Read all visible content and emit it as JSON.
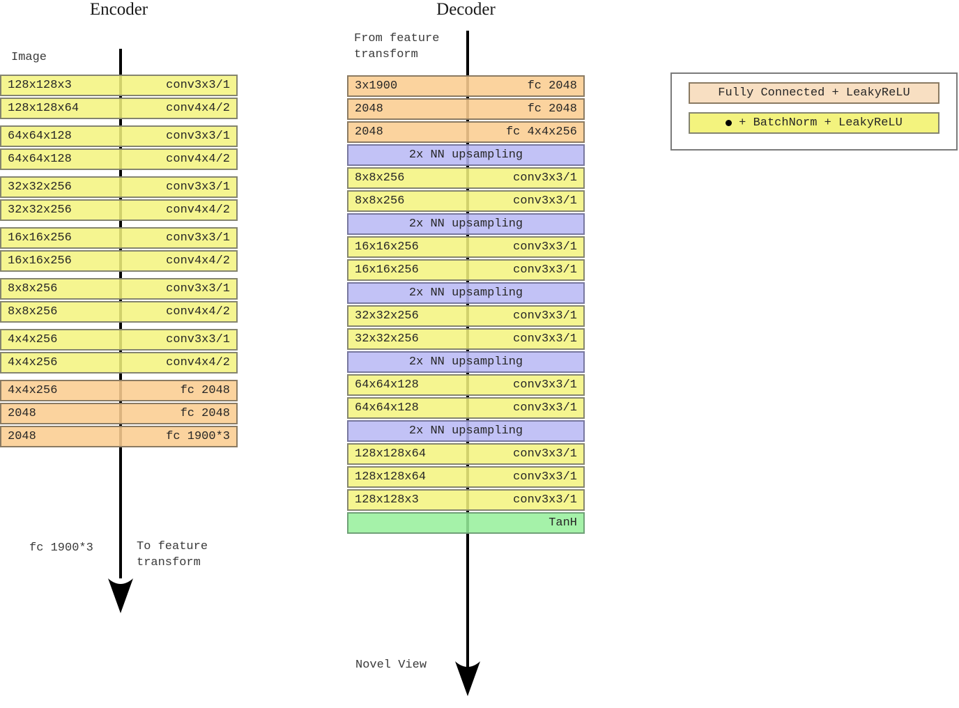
{
  "diagram": {
    "encoder_title": "Encoder",
    "decoder_title": "Decoder"
  },
  "annotations": {
    "image_input": "Image",
    "encoder_output_dim": "fc 1900*3",
    "to_feature_transform": "To feature\ntransform",
    "from_feature_transform": "From feature\ntransform",
    "novel_view": "Novel View"
  },
  "encoder": {
    "layers": [
      {
        "shape": "128x128x3",
        "op": "conv3x3/1",
        "kind": "conv",
        "gap": "wide"
      },
      {
        "shape": "128x128x64",
        "op": "conv4x4/2",
        "kind": "conv",
        "gap": "tight"
      },
      {
        "shape": "64x64x128",
        "op": "conv3x3/1",
        "kind": "conv",
        "gap": "wide"
      },
      {
        "shape": "64x64x128",
        "op": "conv4x4/2",
        "kind": "conv",
        "gap": "tight"
      },
      {
        "shape": "32x32x256",
        "op": "conv3x3/1",
        "kind": "conv",
        "gap": "wide"
      },
      {
        "shape": "32x32x256",
        "op": "conv4x4/2",
        "kind": "conv",
        "gap": "tight"
      },
      {
        "shape": "16x16x256",
        "op": "conv3x3/1",
        "kind": "conv",
        "gap": "wide"
      },
      {
        "shape": "16x16x256",
        "op": "conv4x4/2",
        "kind": "conv",
        "gap": "tight"
      },
      {
        "shape": "8x8x256",
        "op": "conv3x3/1",
        "kind": "conv",
        "gap": "wide"
      },
      {
        "shape": "8x8x256",
        "op": "conv4x4/2",
        "kind": "conv",
        "gap": "tight"
      },
      {
        "shape": "4x4x256",
        "op": "conv3x3/1",
        "kind": "conv",
        "gap": "wide"
      },
      {
        "shape": "4x4x256",
        "op": "conv4x4/2",
        "kind": "conv",
        "gap": "tight"
      },
      {
        "shape": "4x4x256",
        "op": "fc 2048",
        "kind": "fc",
        "gap": "wide"
      },
      {
        "shape": "2048",
        "op": "fc 2048",
        "kind": "fc",
        "gap": "tight"
      },
      {
        "shape": "2048",
        "op": "fc 1900*3",
        "kind": "fc",
        "gap": "tight"
      }
    ]
  },
  "decoder": {
    "layers": [
      {
        "shape": "3x1900",
        "op": "fc 2048",
        "kind": "fc",
        "gap": "wide"
      },
      {
        "shape": "2048",
        "op": "fc 2048",
        "kind": "fc",
        "gap": "tight"
      },
      {
        "shape": "2048",
        "op": "fc 4x4x256",
        "kind": "fc",
        "gap": "tight"
      },
      {
        "center": "2x NN upsampling",
        "kind": "up",
        "gap": "tight"
      },
      {
        "shape": "8x8x256",
        "op": "conv3x3/1",
        "kind": "conv",
        "gap": "tight"
      },
      {
        "shape": "8x8x256",
        "op": "conv3x3/1",
        "kind": "conv",
        "gap": "tight"
      },
      {
        "center": "2x NN upsampling",
        "kind": "up",
        "gap": "tight"
      },
      {
        "shape": "16x16x256",
        "op": "conv3x3/1",
        "kind": "conv",
        "gap": "tight"
      },
      {
        "shape": "16x16x256",
        "op": "conv3x3/1",
        "kind": "conv",
        "gap": "tight"
      },
      {
        "center": "2x NN upsampling",
        "kind": "up",
        "gap": "tight"
      },
      {
        "shape": "32x32x256",
        "op": "conv3x3/1",
        "kind": "conv",
        "gap": "tight"
      },
      {
        "shape": "32x32x256",
        "op": "conv3x3/1",
        "kind": "conv",
        "gap": "tight"
      },
      {
        "center": "2x NN upsampling",
        "kind": "up",
        "gap": "tight"
      },
      {
        "shape": "64x64x128",
        "op": "conv3x3/1",
        "kind": "conv",
        "gap": "tight"
      },
      {
        "shape": "64x64x128",
        "op": "conv3x3/1",
        "kind": "conv",
        "gap": "tight"
      },
      {
        "center": "2x NN upsampling",
        "kind": "up",
        "gap": "tight"
      },
      {
        "shape": "128x128x64",
        "op": "conv3x3/1",
        "kind": "conv",
        "gap": "tight"
      },
      {
        "shape": "128x128x64",
        "op": "conv3x3/1",
        "kind": "conv",
        "gap": "tight"
      },
      {
        "shape": "128x128x3",
        "op": "conv3x3/1",
        "kind": "conv",
        "gap": "tight"
      },
      {
        "shape": "",
        "op": "TanH",
        "kind": "tanh",
        "gap": "tight"
      }
    ]
  },
  "legend": {
    "fc_label": "Fully Connected + LeakyReLU",
    "conv_label": "+ BatchNorm + LeakyReLU",
    "conv_bullet": "●"
  },
  "colors": {
    "conv_fill": "#f3f37e",
    "fc_fill": "#facd91",
    "upsample_fill": "#b8b8f5",
    "tanh_fill": "#96f09b",
    "legend_fc_fill": "#f8dfc2",
    "box_border": "#7a7a6e",
    "spine": "#000000"
  }
}
